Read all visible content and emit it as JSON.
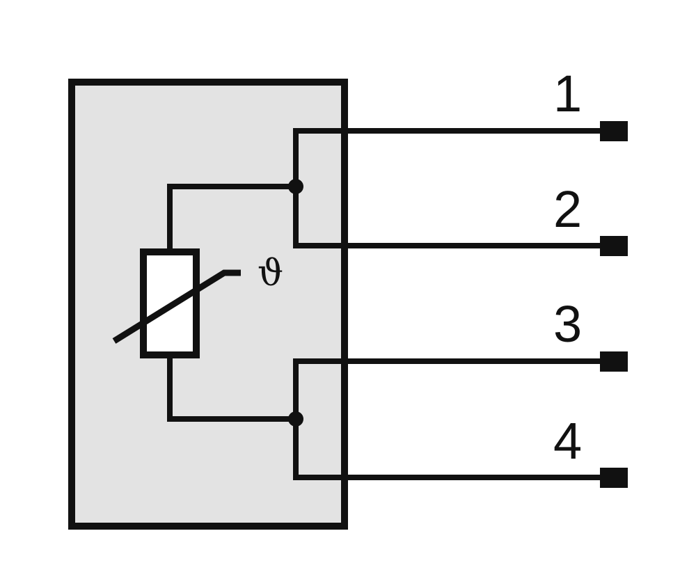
{
  "diagram": {
    "temperature_symbol": "ϑ",
    "pins": [
      {
        "label": "1"
      },
      {
        "label": "2"
      },
      {
        "label": "3"
      },
      {
        "label": "4"
      }
    ],
    "colors": {
      "housing_fill": "#e3e3e3",
      "line": "#111111",
      "resistor_fill": "#ffffff"
    }
  }
}
